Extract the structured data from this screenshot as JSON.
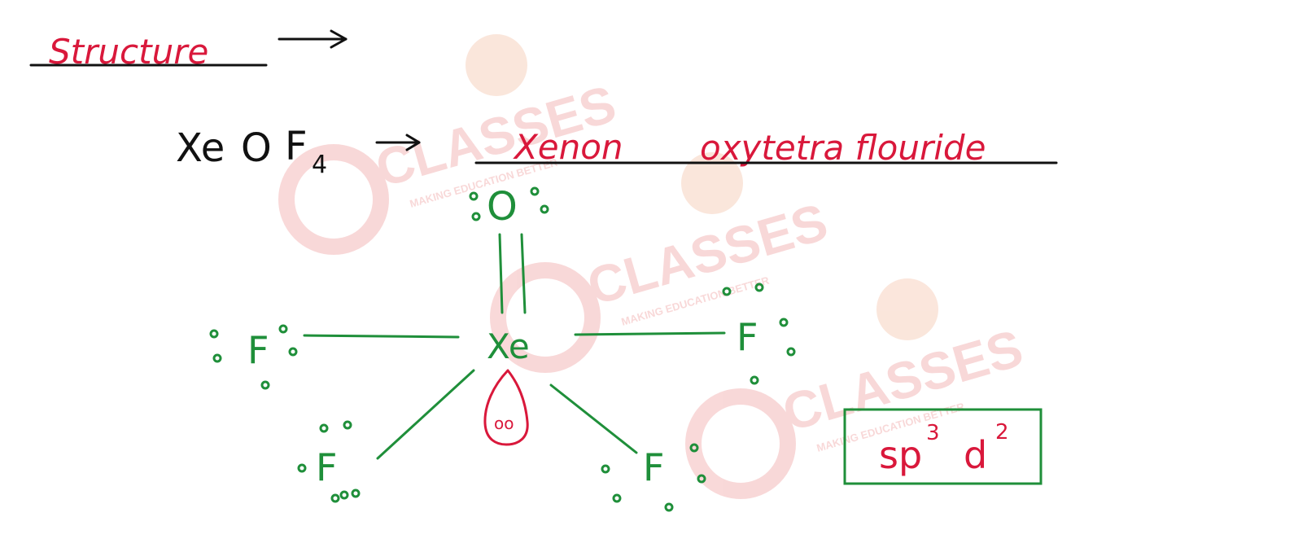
{
  "colors": {
    "ink_black": "#111111",
    "ink_red": "#d9183b",
    "ink_green": "#1f8f3a",
    "watermark": "#f4b9b9",
    "watermark_alt": "#f7c7a9"
  },
  "header": {
    "structure_label": "Structure"
  },
  "formula": {
    "xe": "Xe",
    "o": "O",
    "f": "F",
    "sub4": "4",
    "name_xenon": "Xenon",
    "name_rest": "oxytetra flouride"
  },
  "molecule": {
    "center": "Xe",
    "top_atom": "O",
    "left_atom": "F",
    "right_atom": "F",
    "bottom_left_atom": "F",
    "bottom_right_atom": "F",
    "lone_pair_electrons": "oo"
  },
  "hybridization": {
    "base": "sp",
    "exp1": "3",
    "d": "d",
    "exp2": "2"
  },
  "watermark": {
    "brand": "CLASSES",
    "tagline": "MAKING EDUCATION BETTER"
  }
}
